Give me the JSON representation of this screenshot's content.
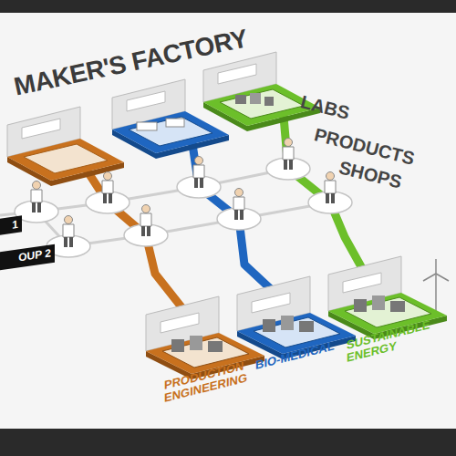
{
  "diagram": {
    "title": "MAKER'S FACTORY",
    "nodes": [
      {
        "text": [
          "1"
        ]
      },
      {
        "text": [
          "OUP 2"
        ]
      },
      {
        "text": [
          "PRODUCTION ENGINEERING"
        ]
      },
      {
        "text": [
          "BIO-MEDICAL"
        ]
      },
      {
        "text": [
          "SUSTAINABLE ENERGY"
        ]
      }
    ],
    "labels": [
      "LABS",
      "PRODUCTS",
      "SHOPS"
    ]
  }
}
